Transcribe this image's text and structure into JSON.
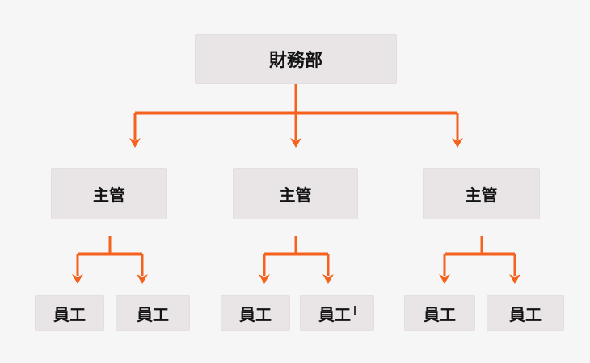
{
  "diagram": {
    "root": {
      "label": "財務部"
    },
    "supervisors": [
      {
        "label": "主管"
      },
      {
        "label": "主管"
      },
      {
        "label": "主管"
      }
    ],
    "employees": [
      {
        "label": "員工"
      },
      {
        "label": "員工"
      },
      {
        "label": "員工"
      },
      {
        "label": "員工",
        "has_text_cursor": true
      },
      {
        "label": "員工"
      },
      {
        "label": "員工"
      }
    ],
    "colors": {
      "connector": "#f4621d",
      "node_fill": "#e9e5e7",
      "node_border": "#e2dee1",
      "background": "#f7f6f6",
      "text": "#141414"
    }
  }
}
